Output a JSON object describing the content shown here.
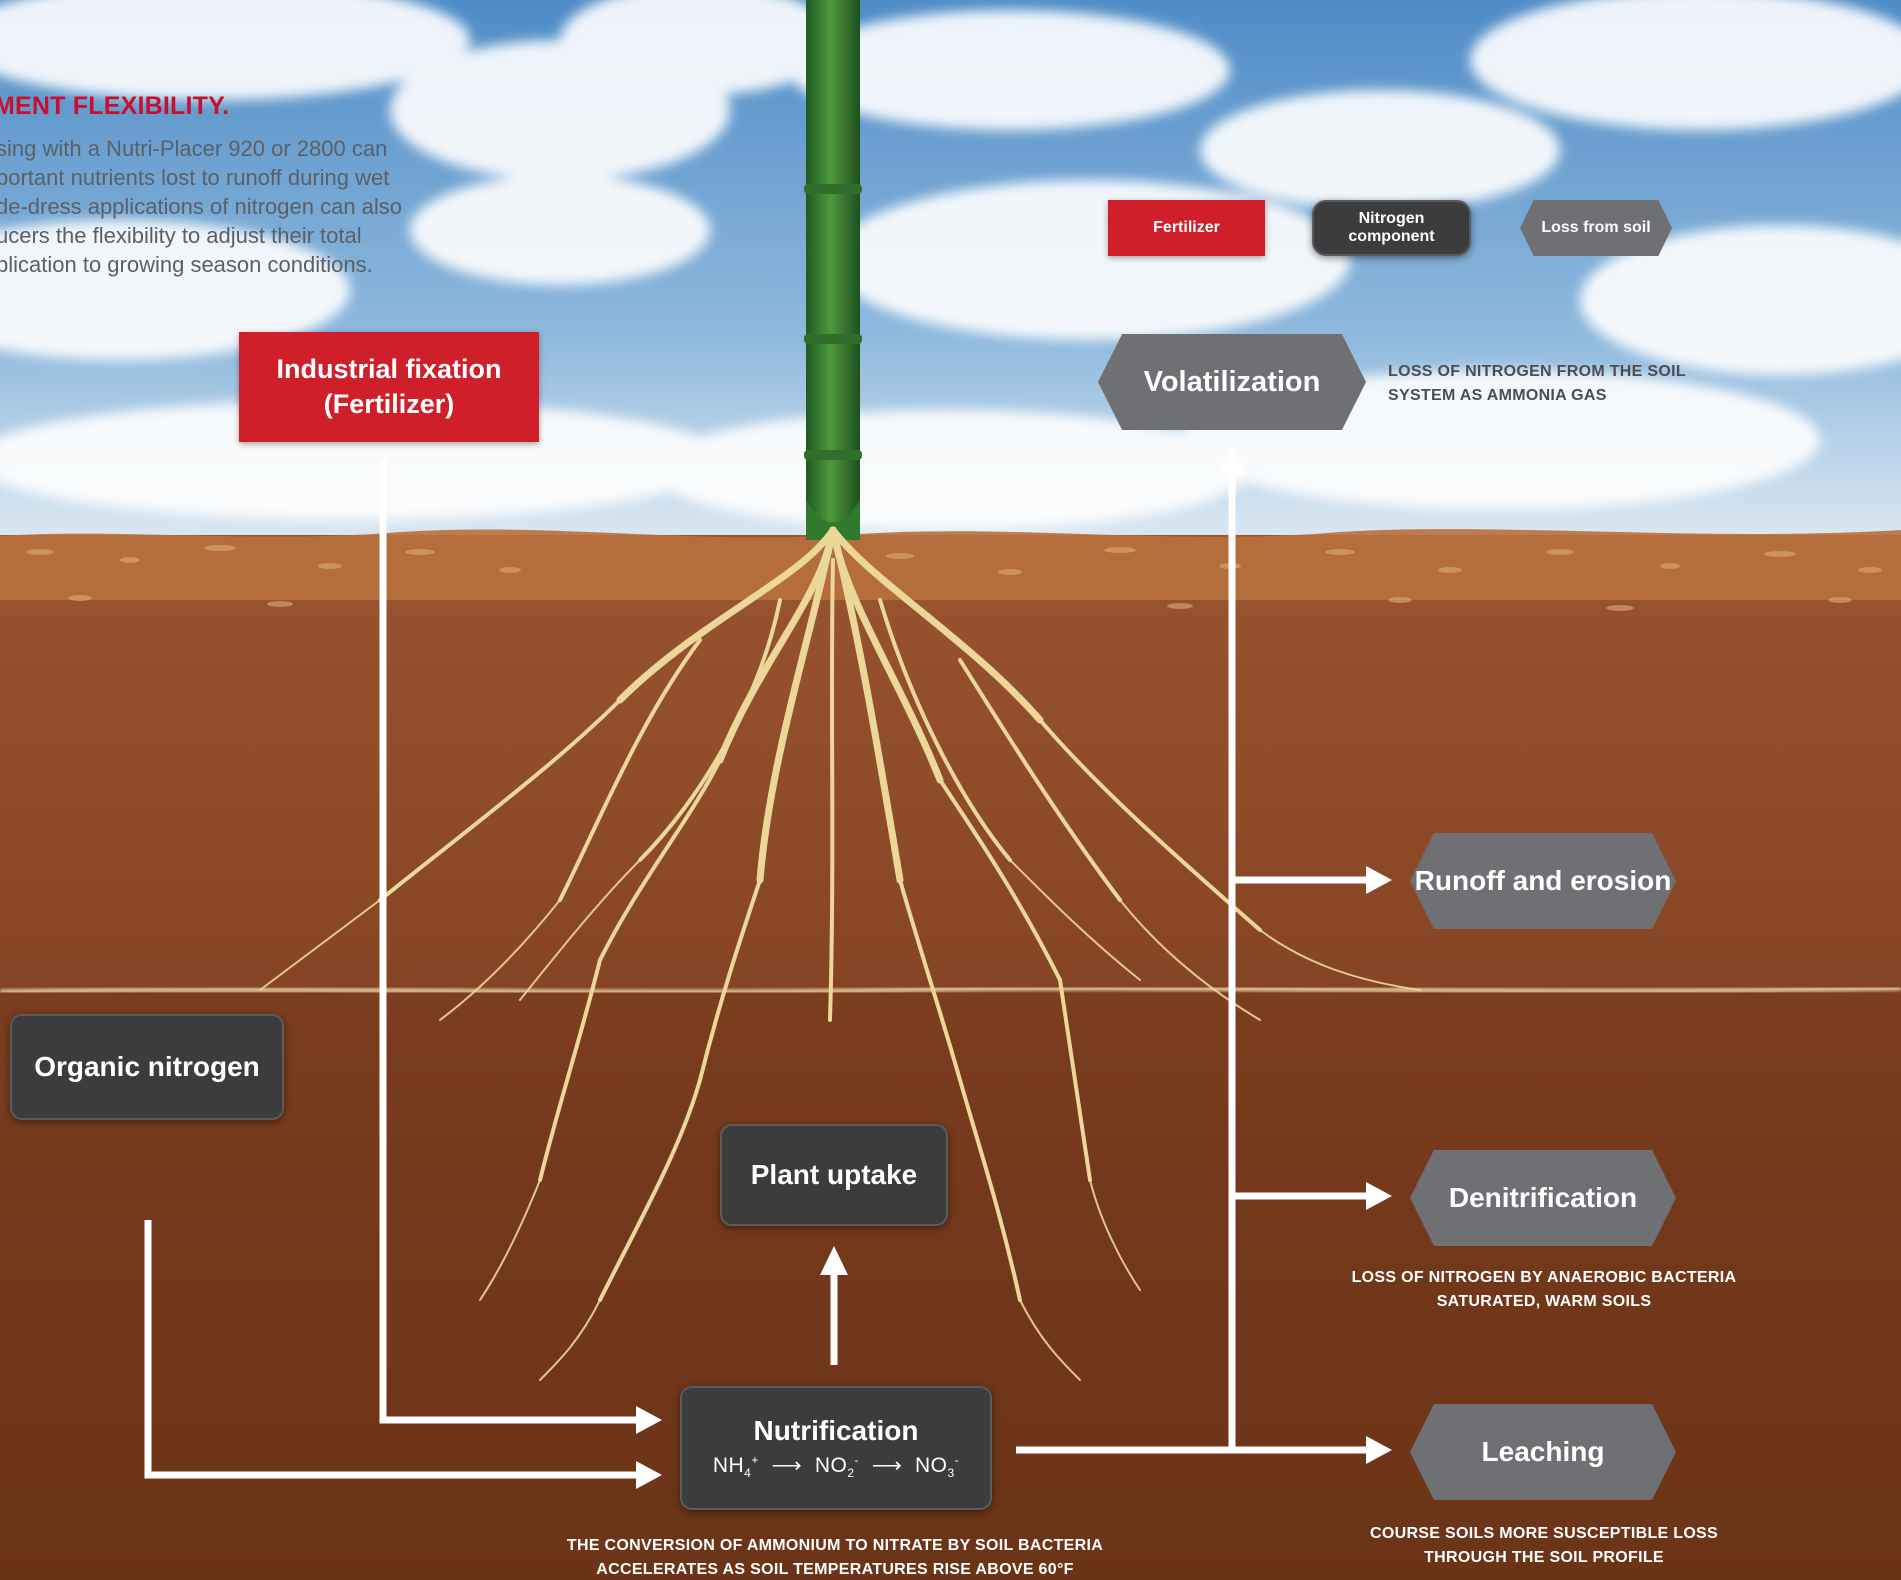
{
  "intro": {
    "headline": "MENT FLEXIBILITY.",
    "lines": [
      "sing with a Nutri-Placer 920 or 2800 can",
      "portant nutrients lost to runoff during wet",
      "de-dress applications of nitrogen can also",
      "ucers the flexibility to adjust their total",
      "plication to growing season conditions."
    ]
  },
  "legend": {
    "fertilizer": "Fertilizer",
    "nitrogen_component": "Nitrogen component",
    "loss_from_soil": "Loss from soil"
  },
  "nodes": {
    "industrial_fixation_line1": "Industrial fixation",
    "industrial_fixation_line2": "(Fertilizer)",
    "organic_nitrogen": "Organic nitrogen",
    "plant_uptake": "Plant uptake",
    "nutrification": "Nutrification",
    "volatilization": "Volatilization",
    "runoff_erosion": "Runoff and erosion",
    "denitrification": "Denitrification",
    "leaching": "Leaching"
  },
  "formula": {
    "nh": "NH",
    "nh_sub": "4",
    "nh_sup": "+",
    "no2": "NO",
    "no2_sub": "2",
    "no2_sup": "-",
    "no3": "NO",
    "no3_sub": "3",
    "no3_sup": "-"
  },
  "notes": {
    "volatilization_1": "LOSS OF NITROGEN FROM THE SOIL",
    "volatilization_2": "SYSTEM AS AMMONIA GAS",
    "denitrification_1": "LOSS OF NITROGEN BY ANAEROBIC BACTERIA",
    "denitrification_2": "SATURATED, WARM SOILS",
    "leaching_1": "COURSE SOILS MORE SUSCEPTIBLE LOSS",
    "leaching_2": "THROUGH THE SOIL PROFILE",
    "nutrification_1": "THE CONVERSION OF AMMONIUM TO NITRATE BY SOIL BACTERIA",
    "nutrification_2": "ACCELERATES AS SOIL TEMPERATURES RISE ABOVE 60°F"
  },
  "colors": {
    "fertilizer_red": "#cf1f2a",
    "nitrogen_dark": "#3c3c3e",
    "loss_gray": "#6f7073",
    "headline_red": "#c8102e",
    "soil_brown": "#7a3d1f",
    "sky_blue": "#5f95c8",
    "stem_green": "#3f8a34",
    "root_cream": "#f0dfa6"
  }
}
